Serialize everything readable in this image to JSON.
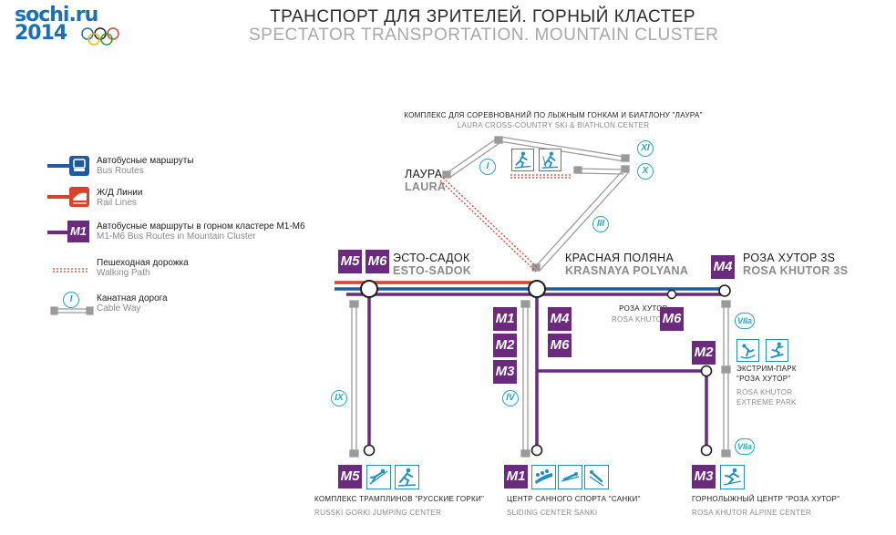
{
  "logo": {
    "line1": "sochi.ru",
    "line2": "2014"
  },
  "title": {
    "ru": "ТРАНСПОРТ ДЛЯ ЗРИТЕЛЕЙ. ГОРНЫЙ КЛАСТЕР",
    "en": "SPECTATOR TRANSPORTATION. MOUNTAIN CLUSTER"
  },
  "legend": {
    "bus": {
      "ru": "Автобусные маршруты",
      "en": "Bus Routes",
      "color": "#1f5b9b"
    },
    "rail": {
      "ru": "Ж/Д Линии",
      "en": "Rail Lines",
      "color": "#d9412b"
    },
    "mountain_bus": {
      "badge": "M1",
      "ru": "Автобусные  маршруты в горном кластере М1-М6",
      "en": "M1-M6 Bus Routes in Mountain Cluster",
      "color": "#6b2a7e"
    },
    "walk": {
      "ru": "Пешеходная дорожка",
      "en": "Walking Path",
      "color": "#d9412b"
    },
    "cable": {
      "badge": "I",
      "ru": "Канатная дорога",
      "en": "Cable Way",
      "color": "#9a9a9a"
    }
  },
  "stations": {
    "laura_complex": {
      "ru": "КОМПЛЕКС ДЛЯ СОРЕВНОВАНИЙ ПО ЛЫЖНЫМ ГОНКАМ И БИАТЛОНУ \"ЛАУРА\"",
      "en": "LAURA CROSS-COUNTRY SKI & BIATHLON CENTER"
    },
    "laura": {
      "ru": "ЛАУРА",
      "en": "LAURA"
    },
    "esto_sadok": {
      "ru": "ЭСТО-САДОК",
      "en": "ESTO-SADOK"
    },
    "krasnaya_polyana": {
      "ru": "КРАСНАЯ ПОЛЯНА",
      "en": "KRASNAYA POLYANA"
    },
    "rosa_khutor_3s": {
      "ru": "РОЗА ХУТОР 3S",
      "en": "ROSA KHUTOR 3S"
    },
    "rosa_khutor_stop": {
      "ru": "РОЗА ХУТОР",
      "en": "ROSA KHUTOR"
    },
    "extreme_park": {
      "ru1": "ЭКСТРИМ-ПАРК",
      "ru2": "\"РОЗА ХУТОР\"",
      "en1": "ROSA KHUTOR",
      "en2": "EXTREME PARK"
    },
    "jumping": {
      "ru": "КОМПЛЕКС ТРАМПЛИНОВ \"РУССКИЕ ГОРКИ\"",
      "en": "RUSSKI GORKI JUMPING CENTER"
    },
    "sliding": {
      "ru": "ЦЕНТР САННОГО СПОРТА \"САНКИ\"",
      "en": "SLIDING CENTER SANKI"
    },
    "alpine": {
      "ru": "ГОРНОЛЫЖНЫЙ ЦЕНТР \"РОЗА ХУТОР\"",
      "en": "ROSA KHUTOR ALPINE CENTER"
    }
  },
  "routes": {
    "esto_1": "M5",
    "esto_2": "M6",
    "rosa3s": "M4",
    "kp_m1": "M1",
    "kp_m2": "M2",
    "kp_m3": "M3",
    "kp_m4": "M4",
    "kp_m6": "M6",
    "rosa_m6": "M6",
    "rosa_m2": "M2",
    "jump_m5": "M5",
    "slide_m1": "M1",
    "alpine_m3": "M3"
  },
  "cableways": {
    "i": "I",
    "iii": "III",
    "iv": "IV",
    "ix": "IX",
    "x": "X",
    "xi": "XI",
    "viia_top": "VIIa",
    "viia_bot": "VIIa"
  },
  "colors": {
    "bus": "#1f5b9b",
    "rail": "#d9412b",
    "mountain": "#6b2a7e",
    "cable": "#9a9a9a",
    "cable_label": "#2aa3c9",
    "sport_icon": "#1f8fc5"
  }
}
